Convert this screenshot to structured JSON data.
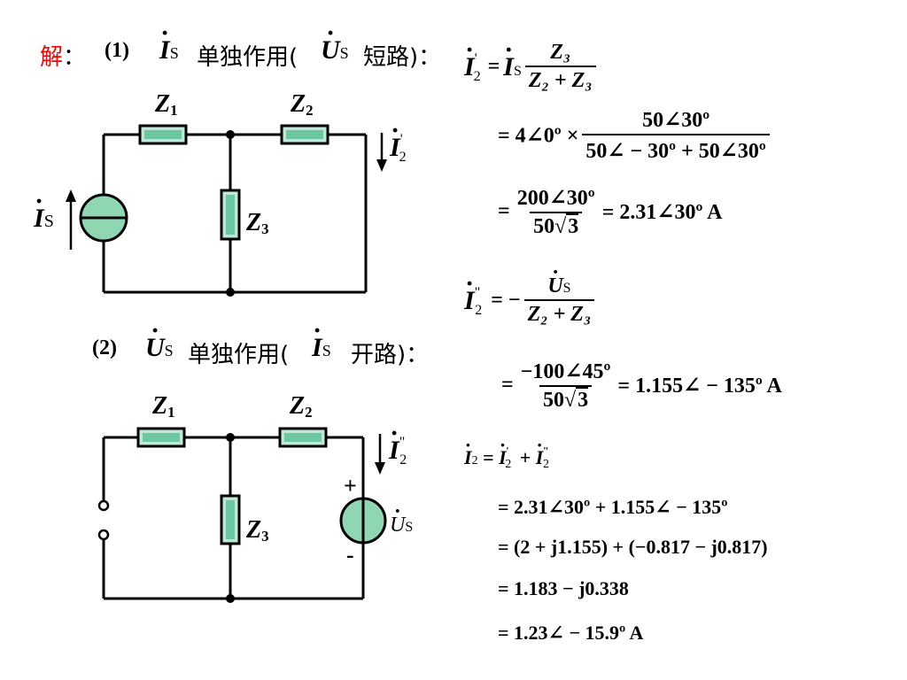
{
  "header": {
    "jie": "解",
    "colon": "：",
    "part1_num": "(1)",
    "part1_text": "单独作用(",
    "part1_tail": "短路)：",
    "part2_num": "(2)",
    "part2_text": "单独作用(",
    "part2_tail": "开路)："
  },
  "symbols": {
    "I": "I",
    "U": "U",
    "S": "S",
    "Z": "Z",
    "sub1": "1",
    "sub2": "2",
    "sub3": "3",
    "prime1": "'",
    "prime2": "\"",
    "plus": "+",
    "minus": "-"
  },
  "equations": {
    "eq1_lhs": "=",
    "eq1_den": "Z₂ + Z₃",
    "eq1_num": "Z₃",
    "eq2": "= 4∠0º ×",
    "eq2_num": "50∠30º",
    "eq2_den": "50∠ − 30º + 50∠30º",
    "eq3_pre": "=",
    "eq3_num": "200∠30º",
    "eq3_den_a": "50",
    "eq3_den_b": "3",
    "eq3_result": "= 2.31∠30º A",
    "eq4_pre": "= −",
    "eq4_den": "Z₂ + Z₃",
    "eq5_pre": "=",
    "eq5_num": "−100∠45º",
    "eq5_den_a": "50",
    "eq5_den_b": "3",
    "eq5_result": "= 1.155∠ − 135º A",
    "eq6_mid": "=",
    "eq6_plus": "+",
    "eq7": "= 2.31∠30º + 1.155∠ − 135º",
    "eq8": "= (2 + j1.155) + (−0.817 − j0.817)",
    "eq9": "= 1.183 − j0.338",
    "eq10": "= 1.23∠ − 15.9º A"
  },
  "colors": {
    "resistor_fill": "#bfe8d6",
    "resistor_inner": "#6cc8a0",
    "source_fill": "#8fd6b3",
    "accent_red": "#ff0000"
  }
}
